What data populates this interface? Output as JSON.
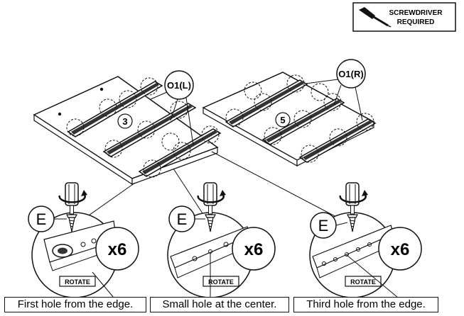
{
  "notice": {
    "line1": "SCREWDRIVER",
    "line2": "REQUIRED",
    "icon": "screwdriver-icon"
  },
  "boards": [
    {
      "number": "3",
      "callout": "O1(L)"
    },
    {
      "number": "5",
      "callout": "O1(R)"
    }
  ],
  "details": [
    {
      "part": "E",
      "quantity": "x6",
      "rotate_label": "ROTATE",
      "caption": "First hole from the edge."
    },
    {
      "part": "E",
      "quantity": "x6",
      "rotate_label": "ROTATE",
      "caption": "Small hole at the center."
    },
    {
      "part": "E",
      "quantity": "x6",
      "rotate_label": "ROTATE",
      "caption": "Third hole from the edge."
    }
  ]
}
